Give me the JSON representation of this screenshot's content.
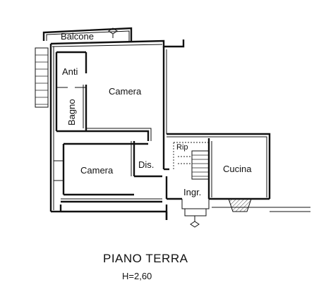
{
  "rooms": {
    "balcone": "Balcone",
    "anti": "Anti",
    "bagno": "Bagno",
    "camera_top": "Camera",
    "camera_bottom": "Camera",
    "dis": "Dis.",
    "rip": "Rip",
    "cucina": "Cucina",
    "ingr": "Ingr."
  },
  "footer": {
    "title": "PIANO TERRA",
    "height": "H=2,60"
  },
  "icons": [
    "entrance-arrow-icon",
    "entrance-arrow-icon"
  ]
}
